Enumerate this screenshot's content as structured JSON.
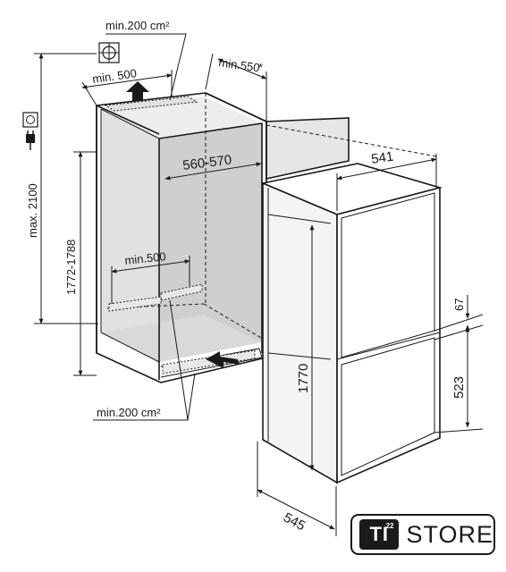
{
  "dimensions": {
    "top_vent_area": "min.200 cm²",
    "top_vent_depth": "min. 500",
    "door_clearance": "min.550",
    "door_clearance_note": "*",
    "niche_width": "560-570",
    "niche_depth": "min.500",
    "max_height": "max. 2100",
    "niche_height": "1772-1788",
    "bottom_vent_area": "min.200 cm²",
    "appliance_width": "541",
    "appliance_height": "1770",
    "appliance_depth": "545",
    "door_gap": "67",
    "freezer_door_height": "523"
  },
  "icons": [
    "socket-icon",
    "power-plug-icon",
    "ventilation-grille-icon"
  ],
  "logo": {
    "mark": "TI",
    "superscript": "22",
    "wordmark": "STORE"
  },
  "colors": {
    "line": "#1a1a1a",
    "niche_interior": "#cfcfcf",
    "appliance_face": "#ffffff",
    "door_panel": "#e6e6e6"
  }
}
